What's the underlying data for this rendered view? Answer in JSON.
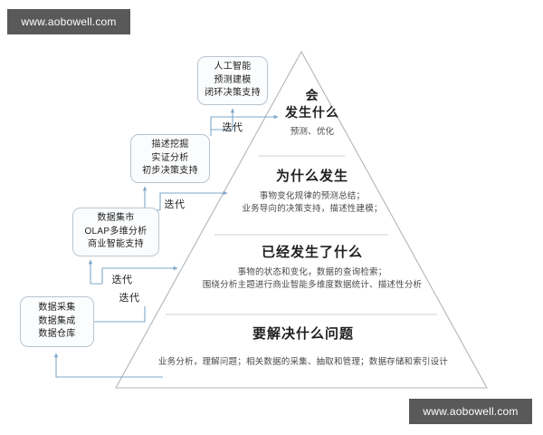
{
  "watermarks": {
    "top": "www.aobowell.com",
    "bottom": "www.aobowell.com"
  },
  "pyramid": {
    "tiers": [
      {
        "id": "tier-1",
        "title": "会\n发生什么",
        "subtitle": "预测、优化"
      },
      {
        "id": "tier-2",
        "title": "为什么发生",
        "subtitle": "事物变化规律的预测总结；\n业务导向的决策支持，描述性建模；"
      },
      {
        "id": "tier-3",
        "title": "已经发生了什么",
        "subtitle": "事物的状态和变化，数据的查询检索；\n围绕分析主题进行商业智能多维度数据统计、描述性分析"
      },
      {
        "id": "tier-4",
        "title": "要解决什么问题",
        "subtitle": "业务分析，理解问题；相关数据的采集、抽取和管理；数据存储和索引设计"
      }
    ]
  },
  "side_boxes": [
    {
      "id": "box-1",
      "text": "人工智能\n预测建模\n闭环决策支持"
    },
    {
      "id": "box-2",
      "text": "描述挖掘\n实证分析\n初步决策支持"
    },
    {
      "id": "box-3",
      "text": "数据集市\nOLAP多维分析\n商业智能支持"
    },
    {
      "id": "box-4",
      "text": "数据采集\n数据集成\n数据仓库"
    }
  ],
  "iteration_labels": [
    {
      "id": "iter-1",
      "text": "迭代"
    },
    {
      "id": "iter-2",
      "text": "迭代"
    },
    {
      "id": "iter-3",
      "text": "迭代"
    },
    {
      "id": "iter-4",
      "text": "迭代"
    }
  ],
  "colors": {
    "watermark_bg": "#595959",
    "watermark_text": "#ffffff",
    "pyramid_outline": "#b0b6bc",
    "tier_divider": "#c9ced4",
    "box_border": "#b9c4cf",
    "box_fill": "#fbfcfd",
    "connector": "#7fa8c9",
    "title_text": "#1f1f1f",
    "body_text": "#4a4a4a"
  }
}
